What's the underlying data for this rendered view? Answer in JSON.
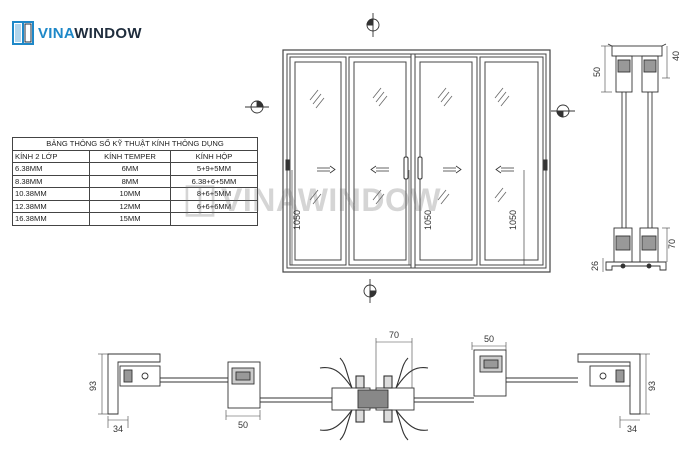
{
  "brand": {
    "name_part1": "VINA",
    "name_part2": "WINDOW",
    "accent_color": "#1e88c8",
    "dark_color": "#1f2d3d",
    "logo_icon": "window-logo-icon"
  },
  "spec_table": {
    "title": "BẢNG THÔNG SỐ KỸ THUẬT KÍNH  THÔNG DỤNG",
    "headers": [
      "KÍNH 2 LỚP",
      "KÍNH TEMPER",
      "KÍNH HỘP"
    ],
    "rows": [
      [
        "6.38MM",
        "6MM",
        "5+9+5MM"
      ],
      [
        "8.38MM",
        "8MM",
        "6.38+6+5MM"
      ],
      [
        "10.38MM",
        "10MM",
        "8+6+5MM"
      ],
      [
        "12.38MM",
        "12MM",
        "6+6+6MM"
      ],
      [
        "16.38MM",
        "15MM",
        ""
      ]
    ]
  },
  "watermark": {
    "text": "VINAWINDOW"
  },
  "elevation": {
    "panel_height_label_left": "1050",
    "panel_height_label_center": "1050",
    "panel_height_label_right": "1050"
  },
  "vertical_section": {
    "dim_top_left": "50",
    "dim_top_right": "40",
    "dim_bottom_right": "70",
    "dim_bottom_left": "26"
  },
  "horizontal_section": {
    "dim_center_top": "70",
    "dim_right_top": "50",
    "dim_left_height": "93",
    "dim_right_height": "93",
    "dim_left_bottom": "34",
    "dim_left_mid_bottom": "50",
    "dim_right_bottom": "34"
  }
}
